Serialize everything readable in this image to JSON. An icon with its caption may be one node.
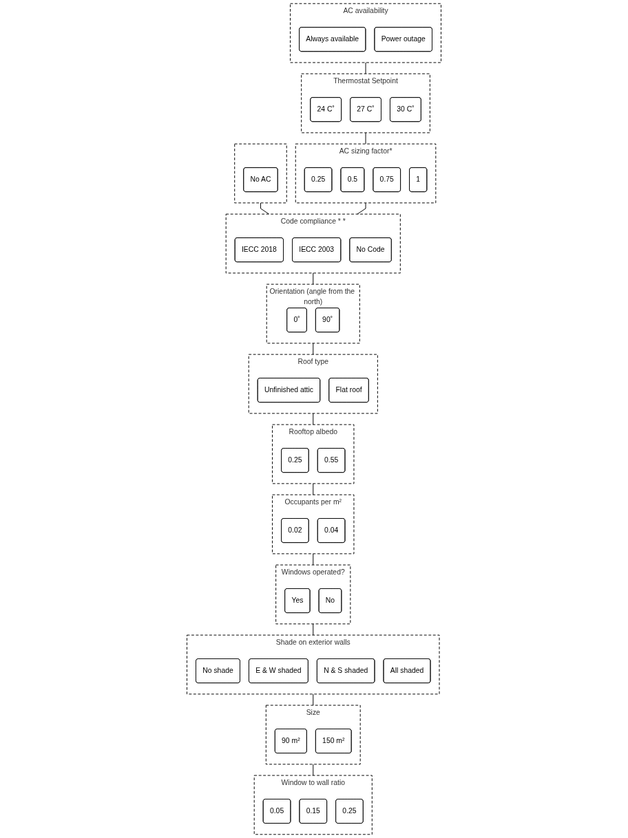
{
  "diagram": {
    "nodes": [
      {
        "text": [
          "AC availability"
        ]
      },
      {
        "text": [
          "Always available"
        ],
        "in": 0
      },
      {
        "text": [
          "Power outage"
        ],
        "in": 0
      },
      {
        "text": [],
        "shape": "box"
      },
      {
        "text": [
          "No AC"
        ],
        "in": 3
      },
      {
        "text": [
          "Thermostat Setpoint"
        ]
      },
      {
        "text": [
          "24 C˚"
        ],
        "in": 5
      },
      {
        "text": [
          "27 C˚"
        ],
        "in": 5
      },
      {
        "text": [
          "30 C˚"
        ],
        "in": 5
      },
      {
        "text": [
          "AC sizing factor*"
        ]
      },
      {
        "text": [
          "0.25"
        ],
        "in": 9
      },
      {
        "text": [
          "0.5"
        ],
        "in": 9
      },
      {
        "text": [
          "0.75"
        ],
        "in": 9
      },
      {
        "text": [
          "1"
        ],
        "in": 9
      },
      {
        "text": [
          "Code compliance * *"
        ]
      },
      {
        "text": [
          "IECC 2018"
        ],
        "in": 14
      },
      {
        "text": [
          "IECC 2003"
        ],
        "in": 14
      },
      {
        "text": [
          "No Code"
        ],
        "in": 14
      },
      {
        "text": [
          "Orientation (angle from the north)"
        ]
      },
      {
        "text": [
          "0˚"
        ],
        "in": 18
      },
      {
        "text": [
          "90˚"
        ],
        "in": 18
      },
      {
        "text": [
          "Roof type"
        ]
      },
      {
        "text": [
          "Unfinished attic"
        ],
        "in": 21
      },
      {
        "text": [
          "Flat roof"
        ],
        "in": 21
      },
      {
        "text": [
          "Rooftop albedo"
        ]
      },
      {
        "text": [
          "0.25"
        ],
        "in": 24
      },
      {
        "text": [
          "0.55"
        ],
        "in": 24
      },
      {
        "text": [
          "Occupants per m²"
        ]
      },
      {
        "text": [
          "0.02"
        ],
        "in": 27
      },
      {
        "text": [
          "0.04"
        ],
        "in": 27
      },
      {
        "text": [
          "Windows operated?"
        ]
      },
      {
        "text": [
          "Yes"
        ],
        "in": 30
      },
      {
        "text": [
          "No"
        ],
        "in": 30
      },
      {
        "text": [
          "Shade on exterior walls"
        ]
      },
      {
        "text": [
          "No shade"
        ],
        "in": 33
      },
      {
        "text": [
          "E & W shaded"
        ],
        "in": 33
      },
      {
        "text": [
          "N & S shaded"
        ],
        "in": 33
      },
      {
        "text": [
          "All shaded"
        ],
        "in": 33
      },
      {
        "text": [
          "Size"
        ]
      },
      {
        "text": [
          "90 m²"
        ],
        "in": 38
      },
      {
        "text": [
          "150 m²"
        ],
        "in": 38
      },
      {
        "text": [
          "Window to wall ratio"
        ]
      },
      {
        "text": [
          "0.05"
        ],
        "in": 41
      },
      {
        "text": [
          "0.15"
        ],
        "in": 41
      },
      {
        "text": [
          "0.25"
        ],
        "in": 41
      }
    ],
    "edges": [
      {
        "from": 0,
        "to": 5,
        "arrow": "none"
      },
      {
        "from": 3,
        "to": 14,
        "arrow": "none"
      },
      {
        "from": 5,
        "to": 9,
        "arrow": "none"
      },
      {
        "from": 9,
        "to": 14,
        "arrow": "none"
      },
      {
        "from": 14,
        "to": 18,
        "arrow": "none"
      },
      {
        "from": 18,
        "to": 21,
        "arrow": "none"
      },
      {
        "from": 21,
        "to": 24,
        "arrow": "none"
      },
      {
        "from": 24,
        "to": 27,
        "arrow": "none"
      },
      {
        "from": 27,
        "to": 30,
        "arrow": "none"
      },
      {
        "from": 30,
        "to": 33,
        "arrow": "none"
      },
      {
        "from": 33,
        "to": 38,
        "arrow": "none"
      },
      {
        "from": 38,
        "to": 41,
        "arrow": "none"
      }
    ]
  }
}
